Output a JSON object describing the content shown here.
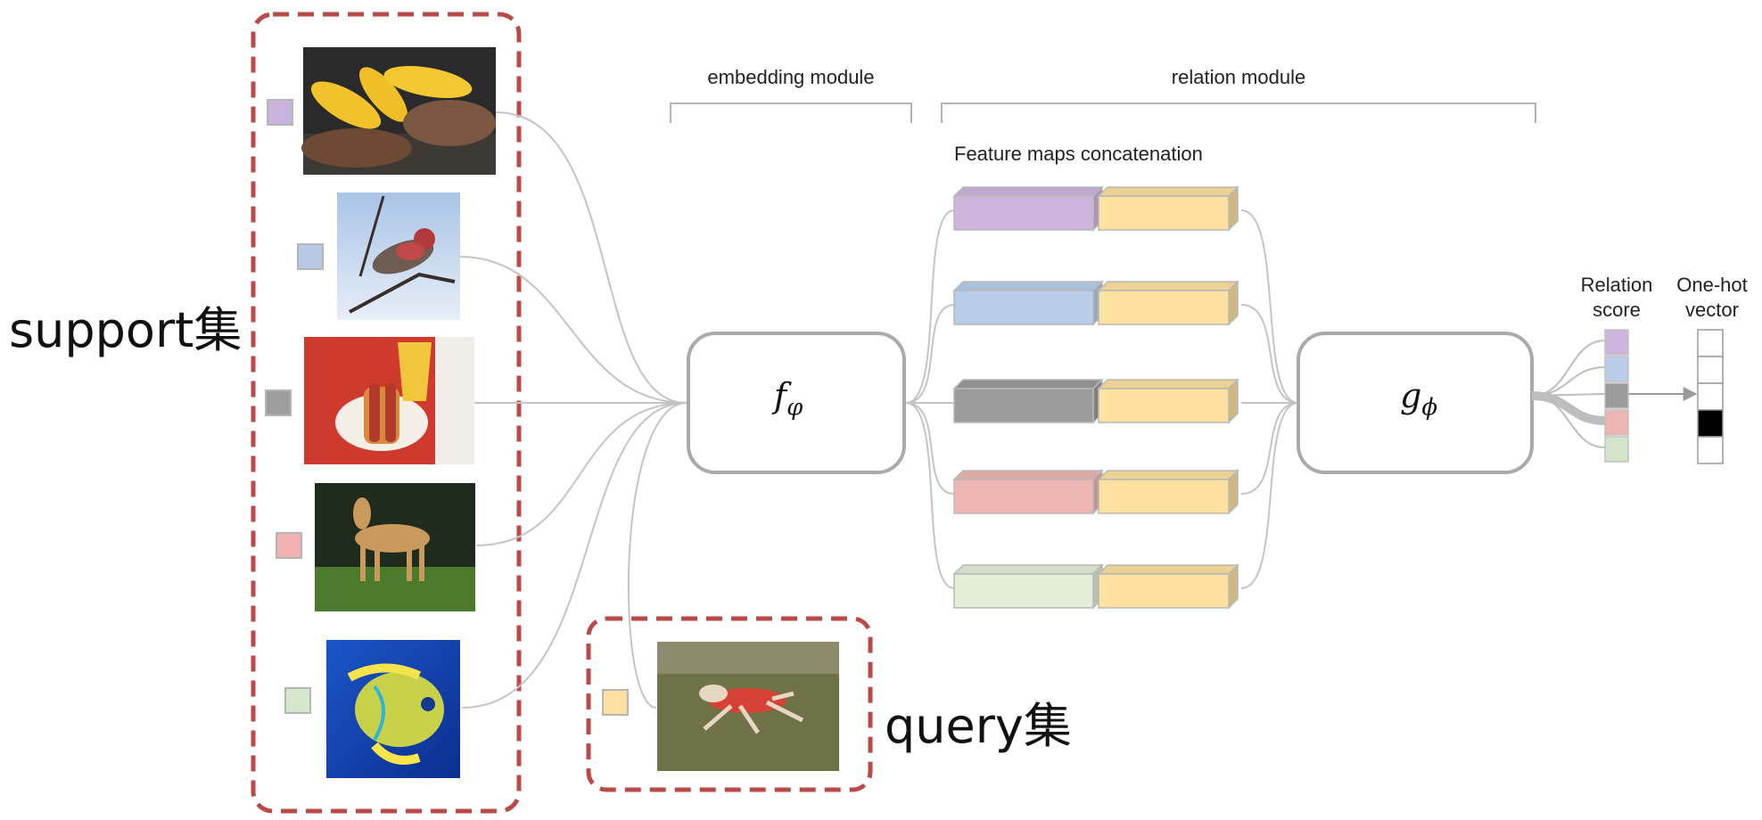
{
  "labels": {
    "support": "support集",
    "query": "query集",
    "embedding_module": "embedding module",
    "relation_module": "relation module",
    "feature_maps": "Feature maps concatenation",
    "relation_score": "Relation score",
    "one_hot": "One-hot vector",
    "f_symbol": "f",
    "f_sub": "φ",
    "g_symbol": "g",
    "g_sub": "ϕ"
  },
  "support_images": [
    {
      "name": "grilled-corn-and-steak-photo",
      "label_color": "#c9b3dd"
    },
    {
      "name": "bird-on-branch-photo",
      "label_color": "#b8c7e6"
    },
    {
      "name": "hotdog-meal-photo",
      "label_color": "#9e9e9e"
    },
    {
      "name": "standing-dog-photo",
      "label_color": "#f2b3b0"
    },
    {
      "name": "angelfish-photo",
      "label_color": "#d4e6cc"
    }
  ],
  "query_image": {
    "name": "running-dog-photo",
    "label_color": "#fde0a0"
  },
  "feature_pairs": [
    {
      "support_color": "#cdb5de",
      "query_color": "#fde29f"
    },
    {
      "support_color": "#b7cdea",
      "query_color": "#fde29f"
    },
    {
      "support_color": "#9b9b9b",
      "query_color": "#fde29f"
    },
    {
      "support_color": "#eeb6b3",
      "query_color": "#fde29f"
    },
    {
      "support_color": "#e3eed9",
      "query_color": "#fde29f"
    }
  ],
  "relation_scores": [
    "#cdb5de",
    "#b7cdea",
    "#9b9b9b",
    "#eeb6b3",
    "#d2e5c6"
  ],
  "one_hot": [
    0,
    0,
    0,
    1,
    0
  ],
  "colors": {
    "dashed_border": "#b94a48",
    "module_border": "#aaaaaa",
    "connector": "#bdbdbd"
  }
}
